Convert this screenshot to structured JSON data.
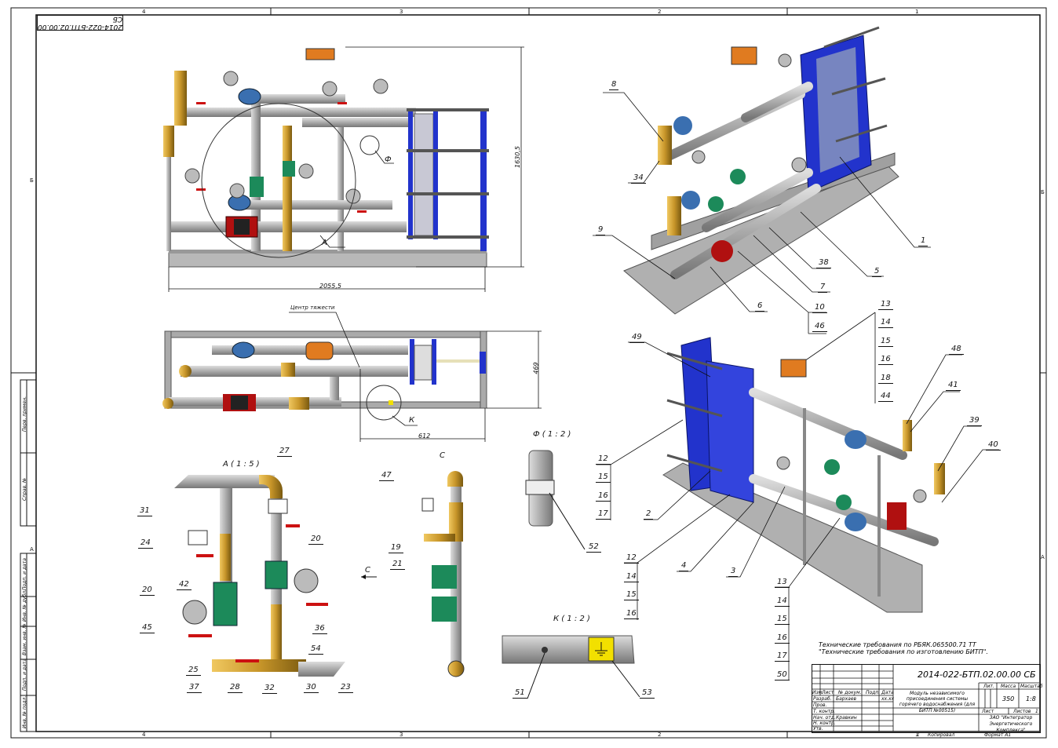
{
  "sheet": {
    "stamp_rotated": "2014-022-БТП.02.00.00 СБ",
    "zones_top": [
      "4",
      "3",
      "2",
      "1"
    ],
    "zones_bottom": [
      "4",
      "3",
      "2",
      "1"
    ],
    "zones_left": [
      "Б",
      "А"
    ],
    "zones_right": [
      "Б",
      "А"
    ],
    "side_stamp": [
      "Перв. примен.",
      "Справ. №",
      "Подп. и дата",
      "Инв. № дубл.",
      "Взам. инв. №",
      "Подп. и дата",
      "Инв. № подл."
    ]
  },
  "views": {
    "front": {
      "dim_width": "2055,5",
      "dim_height": "1630,5",
      "leader_A": "А",
      "leader_F": "Ф"
    },
    "top": {
      "center_of_gravity": "Центр тяжести",
      "dim_depth": "469",
      "dim_cg": "612",
      "leader_K": "К"
    },
    "detail_A": {
      "title": "А ( 1 : 5 )",
      "section_arrow": "С"
    },
    "section_C": {
      "title": "С"
    },
    "detail_F": {
      "title": "Ф ( 1 : 2 )"
    },
    "detail_K": {
      "title": "К ( 1 : 2 )"
    }
  },
  "callouts": {
    "iso1": [
      "8",
      "34",
      "9",
      "1",
      "5",
      "38",
      "7",
      "6",
      "10",
      "46",
      "13",
      "14",
      "15",
      "16",
      "18",
      "44"
    ],
    "iso2": [
      "49",
      "48",
      "41",
      "39",
      "40",
      "12",
      "15",
      "16",
      "17",
      "2",
      "12",
      "14",
      "15",
      "16",
      "4",
      "3",
      "13",
      "14",
      "15",
      "16",
      "17",
      "50"
    ],
    "detailA": [
      "27",
      "31",
      "24",
      "20",
      "42",
      "20",
      "45",
      "36",
      "54",
      "25",
      "37",
      "28",
      "32",
      "30",
      "23"
    ],
    "sectionC": [
      "47",
      "19",
      "21"
    ],
    "detailF": [
      "52"
    ],
    "detailK": [
      "51",
      "53"
    ]
  },
  "tech_requirements": "Технические требования по РБЯК.065500.71 ТТ \"Технические требования по изготовлению БИТП\".",
  "title_block": {
    "designation": "2014-022-БТП.02.00.00 СБ",
    "name": "Модуль независимого присоединения системы горячего водоснабжения (для БИТП №00515)",
    "headers": [
      "Изм.",
      "Лист",
      "№ докум.",
      "Подп.",
      "Дата"
    ],
    "rows": [
      "Разраб.",
      "Пров.",
      "Т. контр.",
      "Нач. отд.",
      "Н. контр.",
      "Утв."
    ],
    "developer": "Бархаев",
    "dept_head": "Кравкин",
    "date_mark": "хх.хх",
    "lit_label": "Лит.",
    "mass_label": "Масса",
    "scale_label": "Масштаб",
    "mass": "350",
    "scale": "1:8",
    "sheet_label": "Лист",
    "sheets_label": "Листов",
    "sheets": "1",
    "company": "ЗАО \"Интегратор Энергетического Комплекса\"",
    "copied_label": "Копировал",
    "copied_num": "1",
    "format": "Формат А1"
  },
  "colors": {
    "pipe": "#9a9a9a",
    "exchanger": "#2233cc",
    "brass": "#c8962a",
    "actuator": "#e07b20",
    "valve_red": "#cc1111",
    "pump_green": "#1c8a5a",
    "label_yellow": "#f2e000"
  }
}
